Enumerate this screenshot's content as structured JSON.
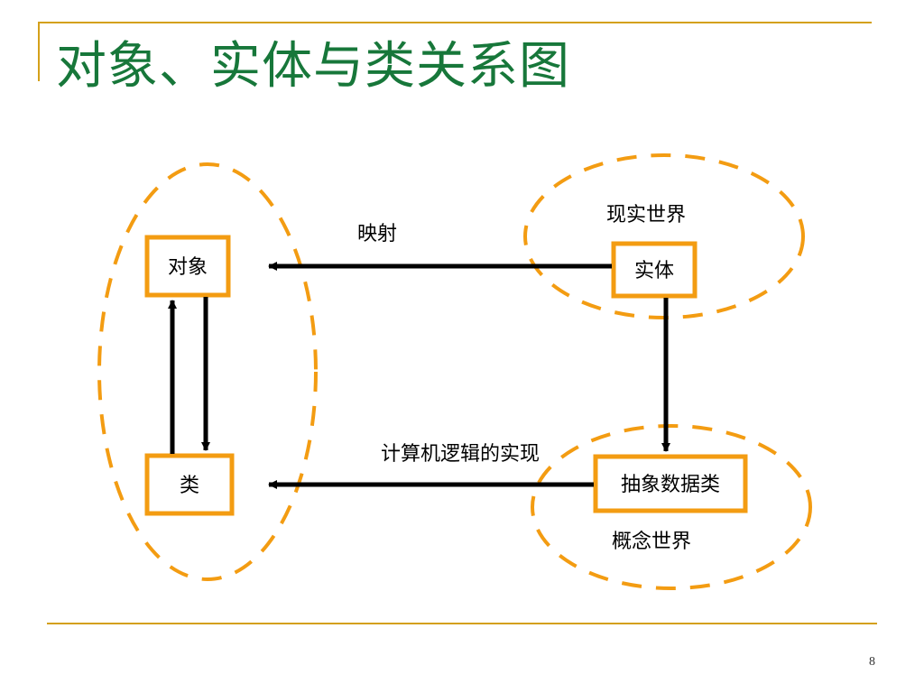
{
  "slide": {
    "title": "对象、实体与类关系图",
    "page_number": "8"
  },
  "diagram": {
    "nodes": {
      "object": "对象",
      "class": "类",
      "entity": "实体",
      "abstract_class": "抽象数据类"
    },
    "region_labels": {
      "real_world": "现实世界",
      "concept_world": "概念世界"
    },
    "edge_labels": {
      "mapping": "映射",
      "computer_logic": "计算机逻辑的实现"
    }
  },
  "colors": {
    "title": "#17773a",
    "accent": "#f39c12",
    "rule": "#d4a01a",
    "arrow": "#000000"
  }
}
